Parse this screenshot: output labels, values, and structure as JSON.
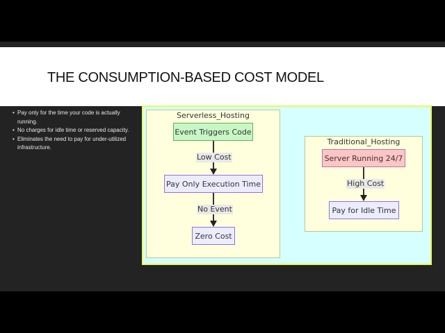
{
  "slide": {
    "title": "THE CONSUMPTION-BASED COST MODEL",
    "bullets": [
      "Pay only for the time your code is actually running.",
      "No charges for idle time or reserved capacity.",
      "Eliminates the need to pay for under-utilized infrastructure."
    ]
  },
  "diagram": {
    "colors": {
      "frame_background": "#d6ffff",
      "frame_border": "#ecf85a",
      "cluster_background": "#ffffde",
      "default_node": "#ececff",
      "start_node_green": "#c8f7c5",
      "start_node_red": "#ffc4c4"
    },
    "clusters": [
      {
        "label": "Serverless_Hosting",
        "nodes": [
          "Event Triggers Code",
          "Pay Only Execution Time",
          "Zero Cost"
        ],
        "edges": [
          {
            "from": "Event Triggers Code",
            "to": "Pay Only Execution Time",
            "label": "Low Cost"
          },
          {
            "from": "Pay Only Execution Time",
            "to": "Zero Cost",
            "label": "No Event"
          }
        ]
      },
      {
        "label": "Traditional_Hosting",
        "nodes": [
          "Server Running 24/7",
          "Pay for Idle Time"
        ],
        "edges": [
          {
            "from": "Server Running 24/7",
            "to": "Pay for Idle Time",
            "label": "High Cost"
          }
        ]
      }
    ]
  }
}
